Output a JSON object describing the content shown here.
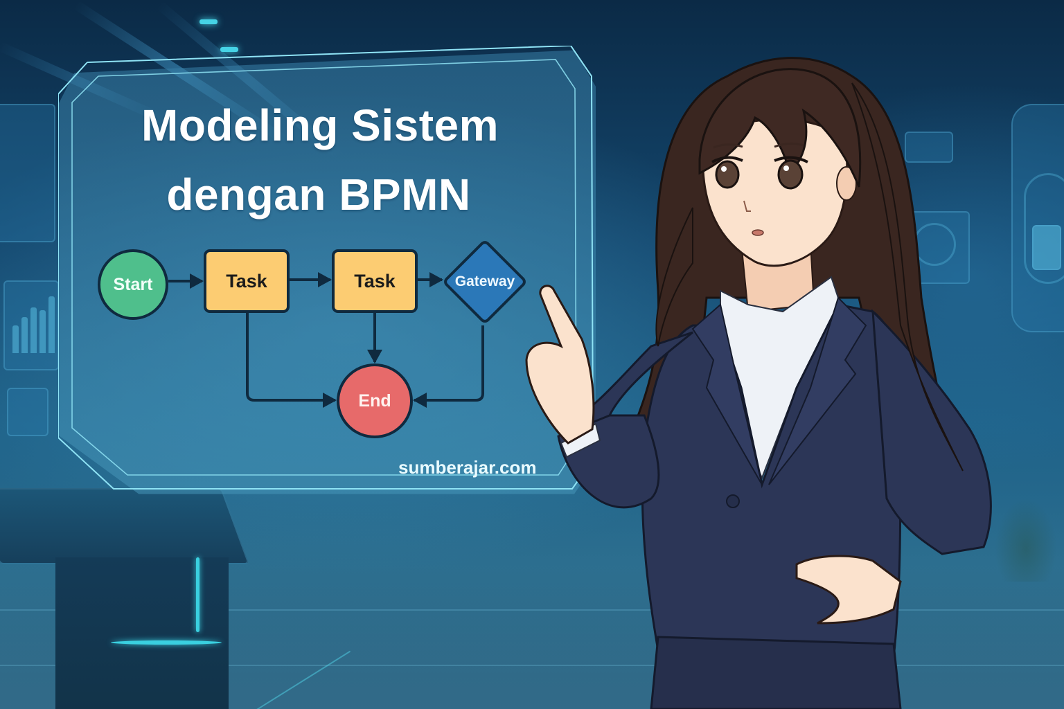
{
  "banner": {
    "title_line1": "Modeling Sistem",
    "title_line2": "dengan BPMN",
    "watermark": "sumberajar.com"
  },
  "diagram": {
    "nodes": {
      "start": {
        "label": "Start",
        "type": "start-event",
        "color": "#4fbf8c"
      },
      "task1": {
        "label": "Task",
        "type": "task",
        "color": "#fccc72"
      },
      "task2": {
        "label": "Task",
        "type": "task",
        "color": "#fccc72"
      },
      "gateway": {
        "label": "Gateway",
        "type": "gateway",
        "color": "#2b78b8"
      },
      "end": {
        "label": "End",
        "type": "end-event",
        "color": "#e76a6a"
      }
    },
    "edges": [
      {
        "from": "Start",
        "to": "Task (1)"
      },
      {
        "from": "Task (1)",
        "to": "Task (2)"
      },
      {
        "from": "Task (2)",
        "to": "Gateway"
      },
      {
        "from": "Task (1)",
        "to": "End"
      },
      {
        "from": "Task (2)",
        "to": "End"
      },
      {
        "from": "Gateway",
        "to": "End"
      }
    ],
    "stroke_color": "#0f2a3f"
  },
  "scene": {
    "description": "Anime-style businesswoman in navy suit pointing at holographic BPMN panel in futuristic control room",
    "accent_color": "#46d3e6",
    "suit_color": "#2c3657",
    "hair_color": "#3a2620"
  }
}
